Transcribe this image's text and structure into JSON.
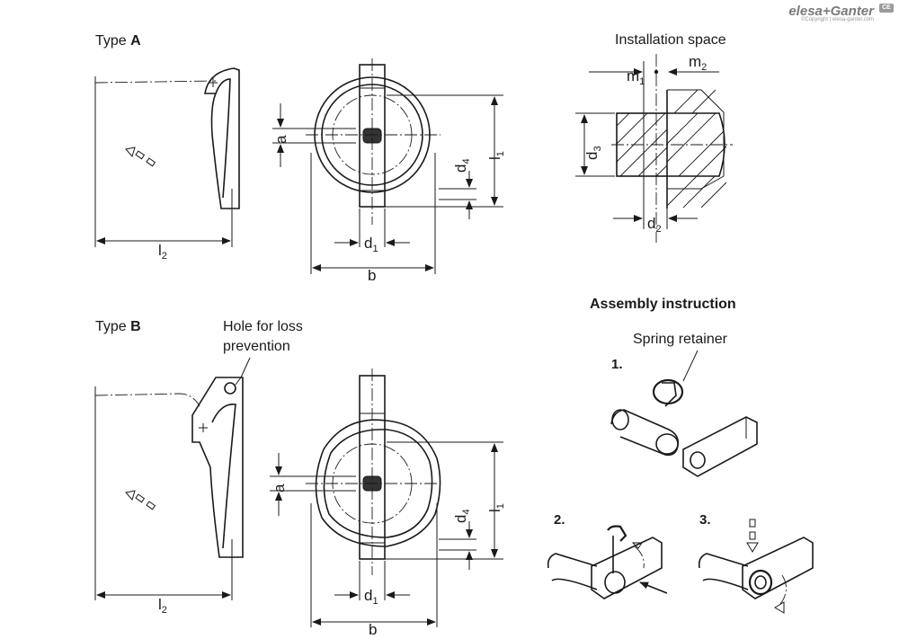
{
  "brand": {
    "name": "elesa+Ganter",
    "copyright": "©Copyright | elesa-ganter.com",
    "badge": "CE"
  },
  "type_a": {
    "prefix": "Type ",
    "letter": "A"
  },
  "type_b": {
    "prefix": "Type ",
    "letter": "B"
  },
  "hole_note": {
    "line1": "Hole for loss",
    "line2": "prevention"
  },
  "installation": {
    "title": "Installation space"
  },
  "assembly": {
    "title": "Assembly instruction",
    "retainer_label": "Spring retainer",
    "steps": [
      "1.",
      "2.",
      "3."
    ]
  },
  "dims": {
    "l2": {
      "base": "l",
      "sub": "2"
    },
    "l1": {
      "base": "l",
      "sub": "1"
    },
    "a": "a",
    "d4": {
      "base": "d",
      "sub": "4"
    },
    "d1": {
      "base": "d",
      "sub": "1"
    },
    "b": "b",
    "m1": {
      "base": "m",
      "sub": "1"
    },
    "m2": {
      "base": "m",
      "sub": "2"
    },
    "d3": {
      "base": "d",
      "sub": "3"
    },
    "d2": {
      "base": "d",
      "sub": "2"
    }
  }
}
